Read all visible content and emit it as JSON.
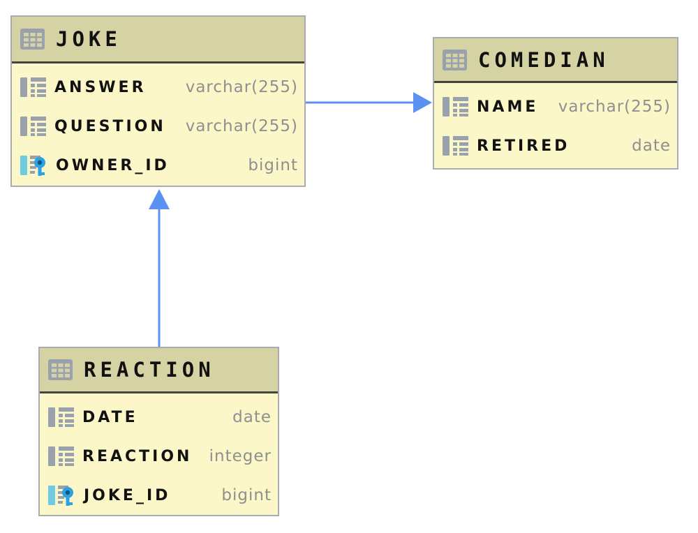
{
  "diagram": {
    "colors": {
      "header_bg": "#d5d2a4",
      "body_bg": "#fbf7c9",
      "card_border": "#a9abb0",
      "header_separator": "#44443c",
      "arrow": "#5b92f2",
      "column_name": "#121212",
      "column_type": "#8f8f8f",
      "icon_gray": "#99a1ad",
      "key_cyan": "#6fcbe0",
      "key_blue": "#2ba3e2",
      "canvas_bg": "#ffffff"
    },
    "tables": [
      {
        "name": "JOKE",
        "icon": "table-icon",
        "columns": [
          {
            "name": "ANSWER",
            "type": "varchar(255)",
            "icon": "column-icon"
          },
          {
            "name": "QUESTION",
            "type": "varchar(255)",
            "icon": "column-icon"
          },
          {
            "name": "OWNER_ID",
            "type": "bigint",
            "icon": "foreign-key-icon"
          }
        ]
      },
      {
        "name": "COMEDIAN",
        "icon": "table-icon",
        "columns": [
          {
            "name": "NAME",
            "type": "varchar(255)",
            "icon": "column-icon"
          },
          {
            "name": "RETIRED",
            "type": "date",
            "icon": "column-icon"
          }
        ]
      },
      {
        "name": "REACTION",
        "icon": "table-icon",
        "columns": [
          {
            "name": "DATE",
            "type": "date",
            "icon": "column-icon"
          },
          {
            "name": "REACTION",
            "type": "integer",
            "icon": "column-icon"
          },
          {
            "name": "JOKE_ID",
            "type": "bigint",
            "icon": "foreign-key-icon"
          }
        ]
      }
    ],
    "relations": [
      {
        "from_table": "JOKE",
        "from_column": "OWNER_ID",
        "to_table": "COMEDIAN",
        "direction": "right"
      },
      {
        "from_table": "REACTION",
        "from_column": "JOKE_ID",
        "to_table": "JOKE",
        "direction": "up"
      }
    ]
  }
}
